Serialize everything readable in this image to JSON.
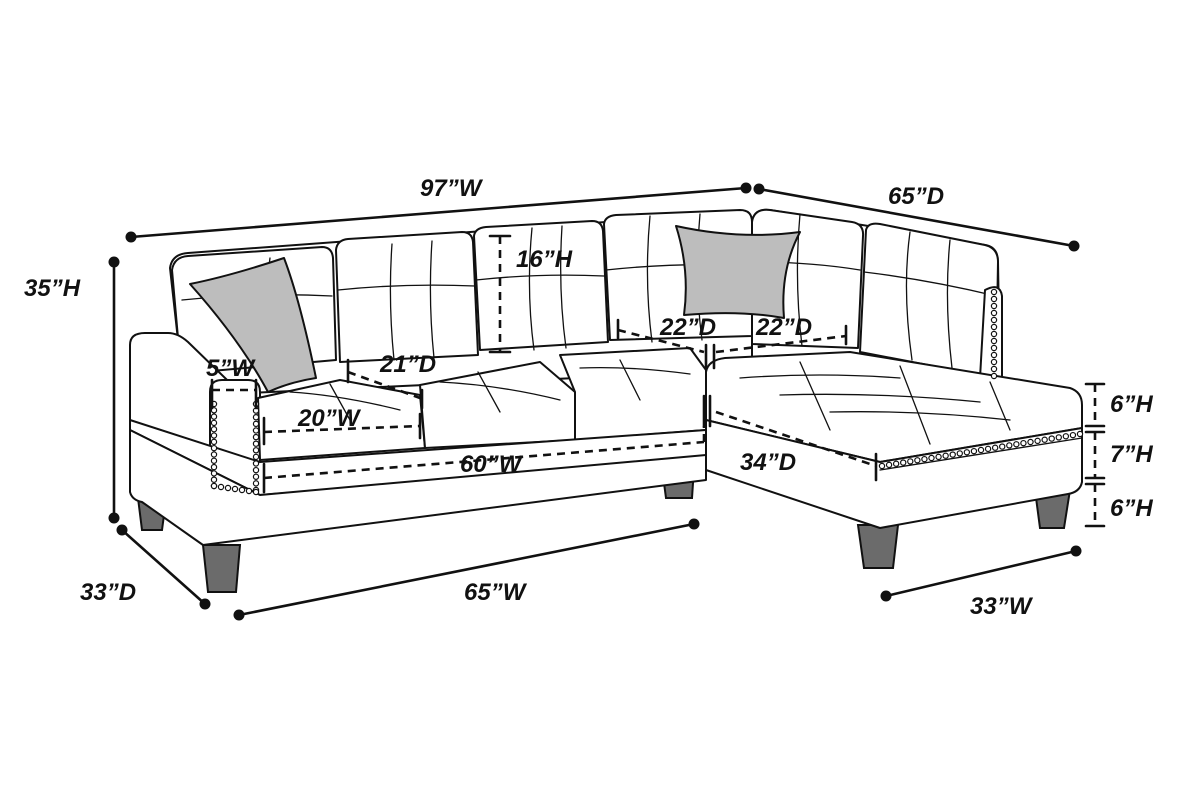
{
  "dimensions": {
    "overall_width": "97”W",
    "chaise_total_depth": "65”D",
    "overall_height": "35”H",
    "sofa_depth": "33”D",
    "sofa_width": "65”W",
    "chaise_width": "33”W",
    "back_height": "16”H",
    "corner_depth_left": "22”D",
    "corner_depth_right": "22”D",
    "seat_depth": "21”D",
    "arm_width": "5”W",
    "seat_width": "20”W",
    "seating_width": "60”W",
    "chaise_depth": "34”D",
    "cushion_height": "6”H",
    "base_height": "7”H",
    "leg_height": "6”H"
  }
}
